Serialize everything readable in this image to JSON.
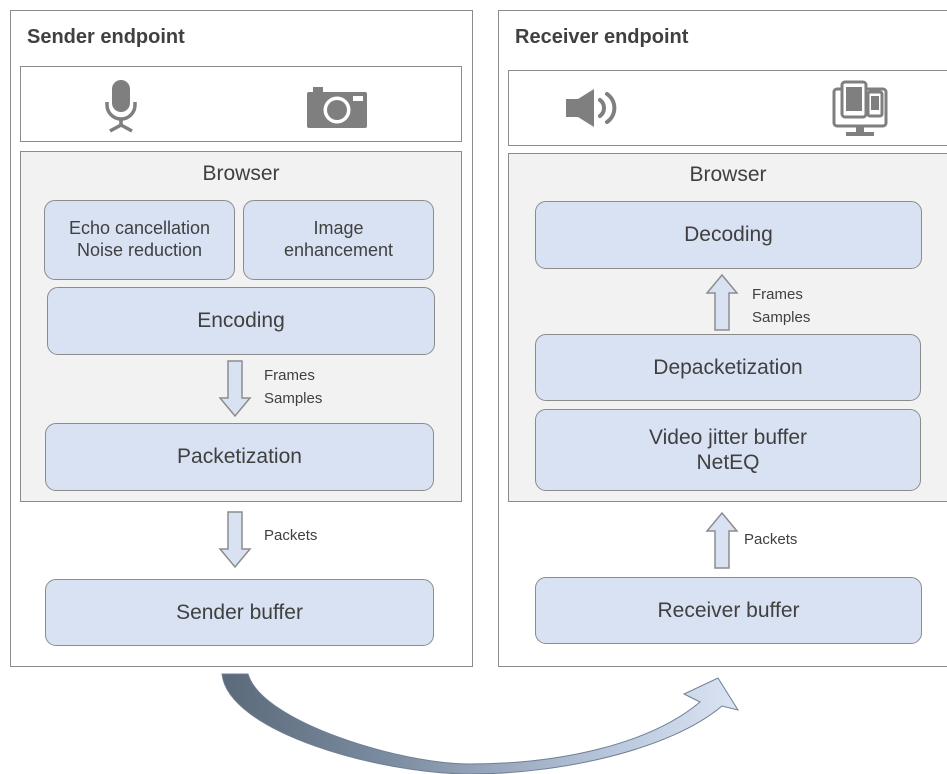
{
  "sender": {
    "title": "Sender endpoint",
    "devices": [
      "microphone-icon",
      "camera-icon"
    ],
    "browser_label": "Browser",
    "blocks": {
      "echo_line1": "Echo cancellation",
      "echo_line2": "Noise reduction",
      "image_line1": "Image",
      "image_line2": "enhancement",
      "encoding": "Encoding",
      "packetization": "Packetization",
      "sender_buffer": "Sender buffer"
    },
    "arrows": {
      "frames": "Frames",
      "samples": "Samples",
      "packets": "Packets"
    }
  },
  "receiver": {
    "title": "Receiver endpoint",
    "devices": [
      "speaker-icon",
      "display-devices-icon"
    ],
    "browser_label": "Browser",
    "blocks": {
      "decoding": "Decoding",
      "depacketization": "Depacketization",
      "jitter_line1": "Video jitter buffer",
      "jitter_line2": "NetEQ",
      "receiver_buffer": "Receiver buffer"
    },
    "arrows": {
      "frames": "Frames",
      "samples": "Samples",
      "packets": "Packets"
    }
  },
  "colors": {
    "block_fill": "#d9e2f3",
    "browser_fill": "#f2f2f2",
    "border": "#8c8c8c",
    "icon": "#7f7f7f",
    "curve_dark": "#5a6a7a",
    "curve_light": "#c8d4e8"
  }
}
